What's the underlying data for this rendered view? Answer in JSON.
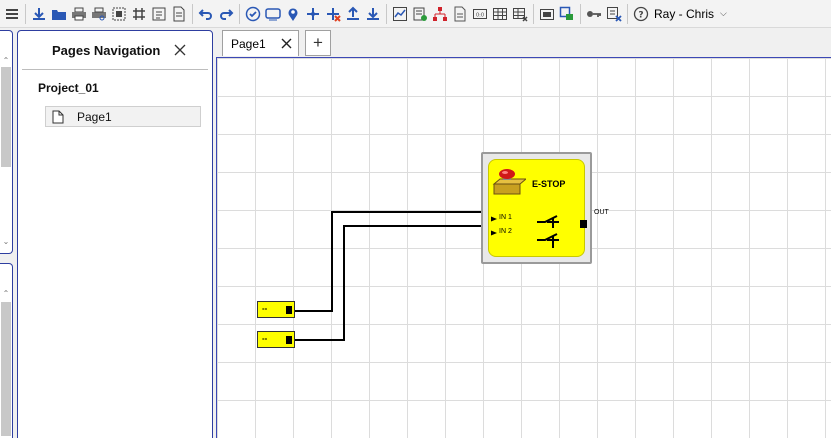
{
  "toolbar": {
    "icons": [
      "menu-icon",
      "download-icon",
      "open-folder-icon",
      "print-icon",
      "print-preview-icon",
      "zoom-fit-icon",
      "grid-icon",
      "properties-icon",
      "document-icon",
      "undo-icon",
      "redo-icon",
      "validate-icon",
      "monitor-icon",
      "location-icon",
      "connect-icon",
      "disconnect-icon",
      "upload-icon",
      "download-config-icon",
      "chart-icon",
      "report-icon",
      "network-icon",
      "list-icon",
      "display-icon",
      "table-icon",
      "table-remove-icon",
      "window-icon",
      "link-icon",
      "key-icon",
      "remove-device-icon",
      "help-icon"
    ],
    "user_label": "Ray - Chris"
  },
  "pages_panel": {
    "title": "Pages Navigation",
    "project": "Project_01",
    "pages": [
      {
        "label": "Page1"
      }
    ]
  },
  "tabs": [
    {
      "label": "Page1"
    }
  ],
  "tab_add_label": "+",
  "estop": {
    "title": "E-STOP",
    "in1_label": "IN 1",
    "in2_label": "IN 2",
    "out_label": "OUT"
  },
  "inputs": [
    {
      "label": "--"
    },
    {
      "label": "--"
    }
  ],
  "colors": {
    "accent": "#2e3ea0",
    "block_yellow": "#ffff00",
    "grid": "#dcdcdc"
  }
}
